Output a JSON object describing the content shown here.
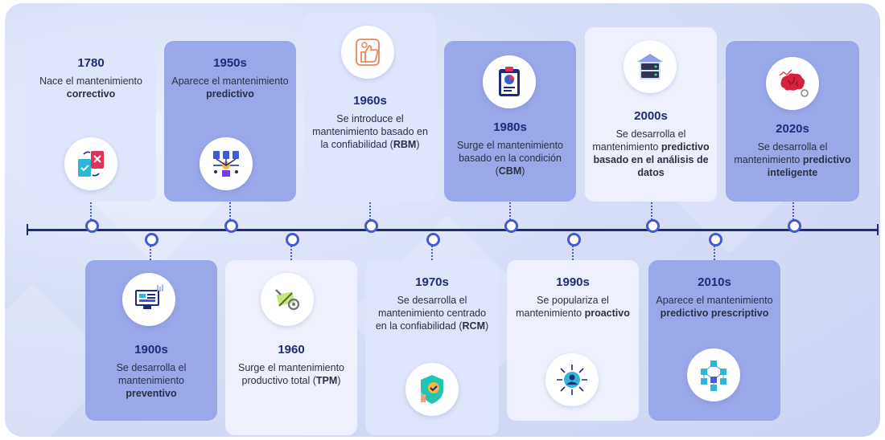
{
  "milestones": [
    {
      "year": "1780",
      "text_a": "Nace el mantenimiento ",
      "text_b": "correctivo",
      "text_c": ""
    },
    {
      "year": "1950s",
      "text_a": "Aparece el mantenimiento ",
      "text_b": "predictivo",
      "text_c": ""
    },
    {
      "year": "1960s",
      "text_a": "Se introduce el mantenimiento basado en la confiabilidad (",
      "text_b": "RBM",
      "text_c": ")"
    },
    {
      "year": "1980s",
      "text_a": "Surge el mantenimiento basado en la condición (",
      "text_b": "CBM",
      "text_c": ")"
    },
    {
      "year": "2000s",
      "text_a": "Se desarrolla el mantenimiento ",
      "text_b": "predictivo basado en el análisis de datos",
      "text_c": ""
    },
    {
      "year": "2020s",
      "text_a": "Se desarrolla el mantenimiento ",
      "text_b": "predictivo inteligente",
      "text_c": ""
    },
    {
      "year": "1900s",
      "text_a": "Se desarrolla el mantenimiento ",
      "text_b": "preventivo",
      "text_c": ""
    },
    {
      "year": "1960",
      "text_a": "Surge el mantenimiento productivo total (",
      "text_b": "TPM",
      "text_c": ")"
    },
    {
      "year": "1970s",
      "text_a": "Se desarrolla el mantenimiento centrado en la confiabilidad (",
      "text_b": "RCM",
      "text_c": ")"
    },
    {
      "year": "1990s",
      "text_a": "Se populariza el mantenimiento ",
      "text_b": "proactivo",
      "text_c": ""
    },
    {
      "year": "2010s",
      "text_a": "Aparece el mantenimiento ",
      "text_b": "predictivo prescriptivo",
      "text_c": ""
    }
  ],
  "icons": [
    "documents-icon",
    "neural-network-icon",
    "thumbs-up-checklist-icon",
    "clipboard-chart-icon",
    "server-icon",
    "brain-analytics-icon",
    "monitor-analytics-icon",
    "gear-tools-icon",
    "shield-check-icon",
    "person-network-icon",
    "network-nodes-icon"
  ],
  "colors": {
    "axis": "#1f2a7a",
    "dot": "#3f5bd6",
    "year_text": "#1f2a7a",
    "card_dark": "#9aa8ea",
    "card_light": "#dfe5fb"
  }
}
